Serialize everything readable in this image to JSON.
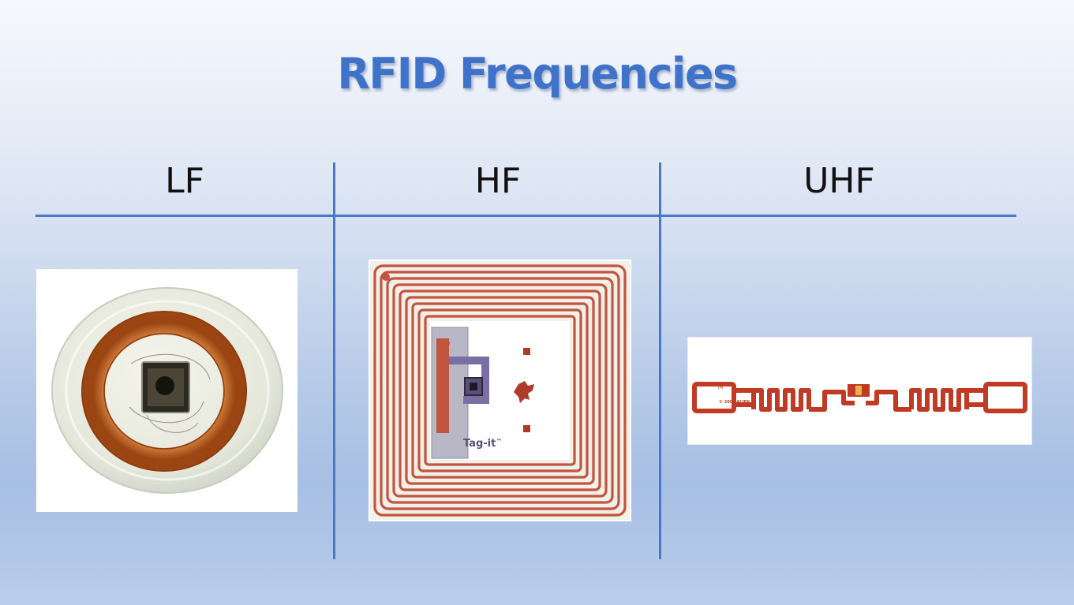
{
  "slide": {
    "title": "RFID Frequencies"
  },
  "columns": [
    {
      "heading": "LF",
      "image": "lf-coin-tag-image"
    },
    {
      "heading": "HF",
      "image": "hf-square-inlay-image"
    },
    {
      "heading": "UHF",
      "image": "uhf-dipole-inlay-image"
    }
  ],
  "tag_markings": {
    "hf_brand": "Tag-it",
    "hf_trademark": "™",
    "uhf_trademark": "TM",
    "uhf_copyright": "© 2008 ALIEN"
  },
  "colors": {
    "title": "#3f72c9",
    "divider": "#4a78c8",
    "copper": "#c0392b"
  }
}
